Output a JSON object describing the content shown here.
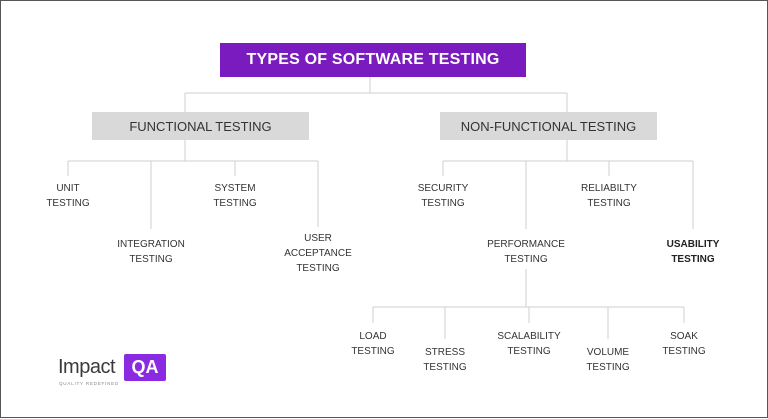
{
  "title": "TYPES OF SOFTWARE TESTING",
  "categories": {
    "functional": "FUNCTIONAL TESTING",
    "non_functional": "NON-FUNCTIONAL TESTING"
  },
  "functional_items": {
    "unit": "UNIT\nTESTING",
    "integration": "INTEGRATION\nTESTING",
    "system": "SYSTEM\nTESTING",
    "user_acceptance": "USER\nACCEPTANCE\nTESTING"
  },
  "non_functional_items": {
    "security": "SECURITY\nTESTING",
    "performance": "PERFORMANCE\nTESTING",
    "reliability": "RELIABILTY\nTESTING",
    "usability": "USABILITY\nTESTING"
  },
  "performance_items": {
    "load": "LOAD\nTESTING",
    "stress": "STRESS\nTESTING",
    "scalability": "SCALABILITY\nTESTING",
    "volume": "VOLUME\nTESTING",
    "soak": "SOAK\nTESTING"
  },
  "logo": {
    "word": "Impact",
    "badge": "QA",
    "tagline": "QUALITY REDEFINED"
  },
  "colors": {
    "title_bg": "#7a1bbf",
    "category_bg": "#d9d9d9",
    "connector": "#cfcfcf",
    "logo_accent": "#8a2be2"
  }
}
